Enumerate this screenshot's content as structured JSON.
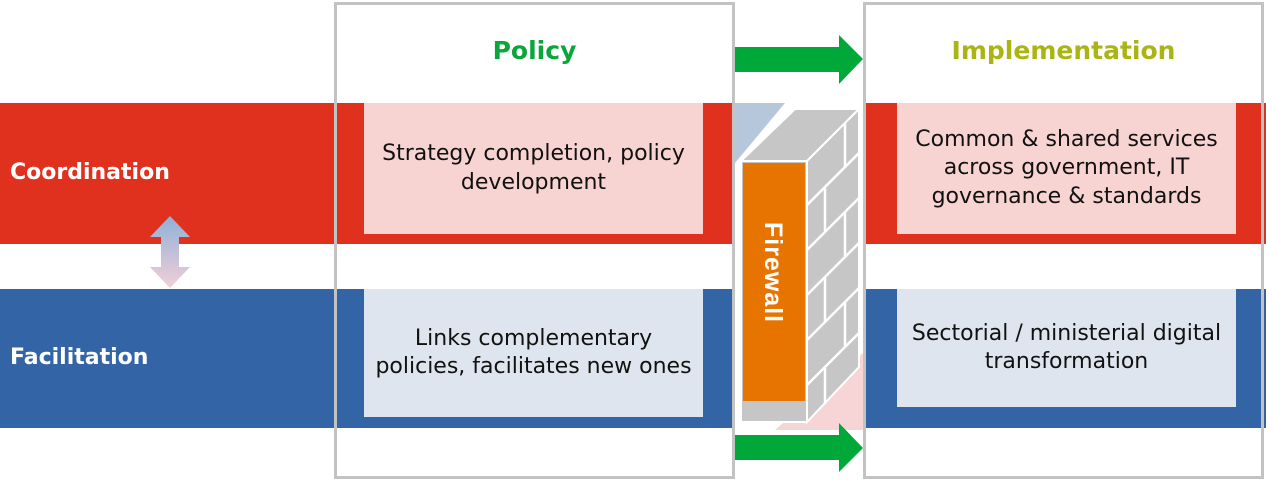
{
  "columns": {
    "policy": {
      "title": "Policy",
      "color": "#0aa63a"
    },
    "implementation": {
      "title": "Implementation",
      "color": "#aab514"
    }
  },
  "rows": {
    "coordination": {
      "label": "Coordination",
      "band_color": "#e0311f",
      "cell_color": "#f7d4d1"
    },
    "facilitation": {
      "label": "Facilitation",
      "band_color": "#3365a6",
      "cell_color": "#dfe5ee"
    }
  },
  "cells": {
    "policy_coordination": "Strategy completion, policy development",
    "policy_facilitation": "Links complementary policies, facilitates new ones",
    "implementation_coordination": "Common & shared services across government, IT governance & standards",
    "implementation_facilitation": "Sectorial / ministerial digital transformation"
  },
  "firewall": {
    "label": "Firewall",
    "color": "#e87400"
  },
  "arrows": {
    "flow_color": "#00a83a",
    "bidirectional": "coordination-facilitation"
  }
}
